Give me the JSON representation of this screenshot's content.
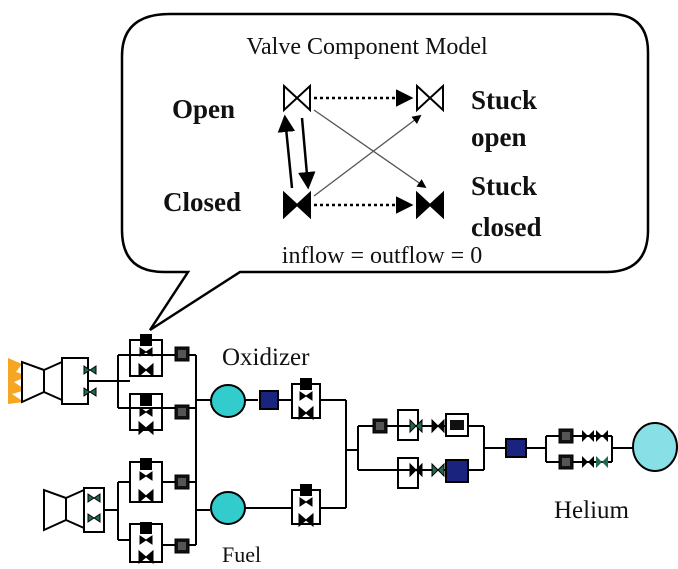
{
  "callout": {
    "title": "Valve Component Model",
    "states": {
      "open": "Open",
      "closed": "Closed",
      "stuck_open_line1": "Stuck",
      "stuck_open_line2": "open",
      "stuck_closed_line1": "Stuck",
      "stuck_closed_line2": "closed"
    },
    "equation": "inflow = outflow = 0"
  },
  "schematic": {
    "labels": {
      "oxidizer": "Oxidizer",
      "fuel": "Fuel",
      "helium": "Helium"
    },
    "colors": {
      "tank_fill": "#33cccc",
      "helium_fill": "#88e0e6",
      "regulator_fill": "#1a237e",
      "thruster_flame": "#f5a623",
      "valve_green": "#1f6b4f"
    }
  }
}
